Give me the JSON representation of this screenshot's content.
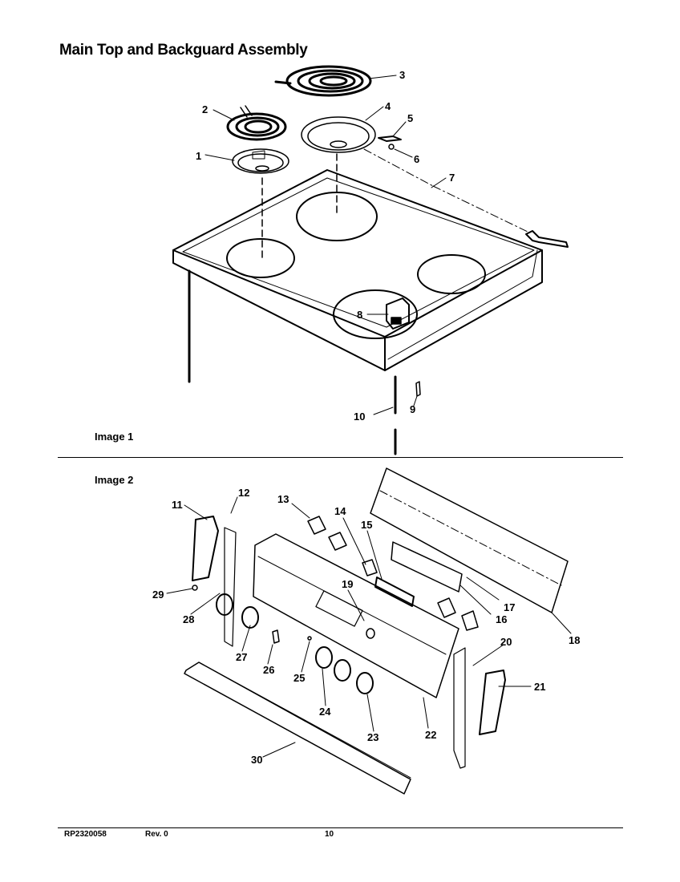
{
  "page": {
    "title": "Main Top and Backguard Assembly",
    "image1_label": "Image 1",
    "image2_label": "Image 2"
  },
  "footer": {
    "doc_number": "RP2320058",
    "revision": "Rev. 0",
    "page_number": "10"
  },
  "image1_callouts": [
    "1",
    "2",
    "3",
    "4",
    "5",
    "6",
    "7",
    "8",
    "9",
    "10"
  ],
  "image2_callouts": [
    "11",
    "12",
    "13",
    "14",
    "15",
    "16",
    "17",
    "18",
    "19",
    "20",
    "21",
    "22",
    "23",
    "24",
    "25",
    "26",
    "27",
    "28",
    "29",
    "30"
  ],
  "colors": {
    "ink": "#000000",
    "paper": "#ffffff"
  }
}
